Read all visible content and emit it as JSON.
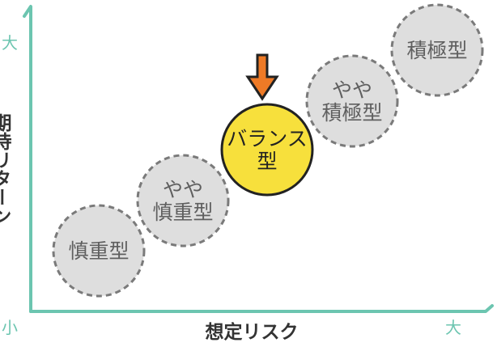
{
  "axes": {
    "y_title": "期待リターン",
    "y_high": "大",
    "y_low": "小",
    "x_title": "想定リスク",
    "x_high": "大"
  },
  "nodes": [
    {
      "id": "cautious",
      "lines": [
        "慎重型"
      ],
      "highlight": false
    },
    {
      "id": "somewhat-cautious",
      "lines": [
        "やや",
        "慎重型"
      ],
      "highlight": false
    },
    {
      "id": "balanced",
      "lines": [
        "バランス",
        "型"
      ],
      "highlight": true
    },
    {
      "id": "somewhat-aggressive",
      "lines": [
        "やや",
        "積極型"
      ],
      "highlight": false
    },
    {
      "id": "aggressive",
      "lines": [
        "積極型"
      ],
      "highlight": false
    }
  ],
  "indicator": {
    "icon": "down-arrow-icon",
    "color": "#ee7a26"
  },
  "colors": {
    "axis": "#6cc5b0",
    "node_fill": "#dedede",
    "node_text": "#5f5f5f",
    "highlight_fill": "#f7e03c"
  }
}
